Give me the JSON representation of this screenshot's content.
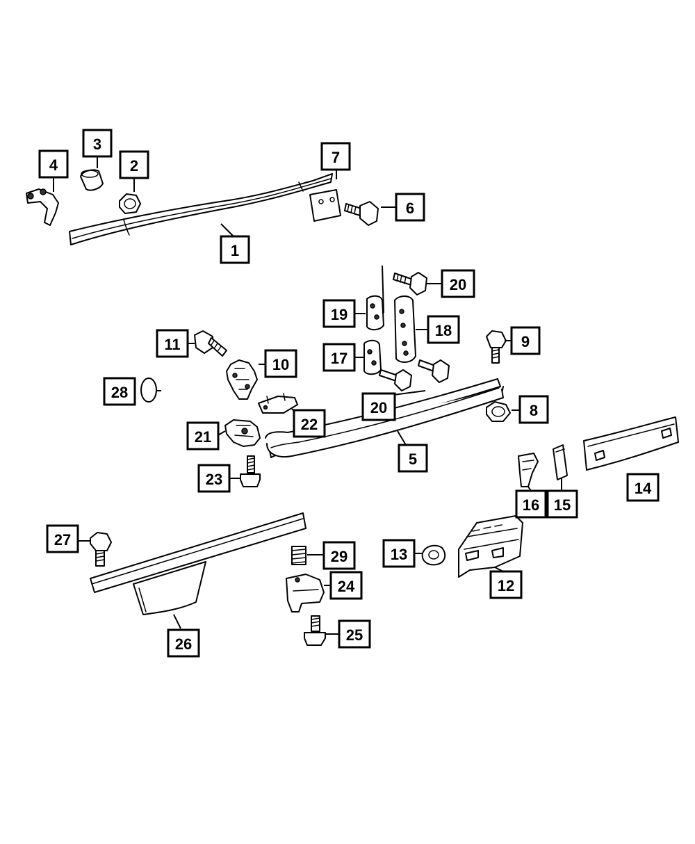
{
  "callouts": {
    "c1": "1",
    "c2": "2",
    "c3": "3",
    "c4": "4",
    "c5": "5",
    "c6": "6",
    "c7": "7",
    "c8": "8",
    "c9": "9",
    "c10": "10",
    "c11": "11",
    "c12": "12",
    "c13": "13",
    "c14": "14",
    "c15": "15",
    "c16": "16",
    "c17": "17",
    "c18": "18",
    "c19": "19",
    "c20a": "20",
    "c20b": "20",
    "c21": "21",
    "c22": "22",
    "c23": "23",
    "c24": "24",
    "c25": "25",
    "c26": "26",
    "c27": "27",
    "c28": "28",
    "c29": "29"
  }
}
